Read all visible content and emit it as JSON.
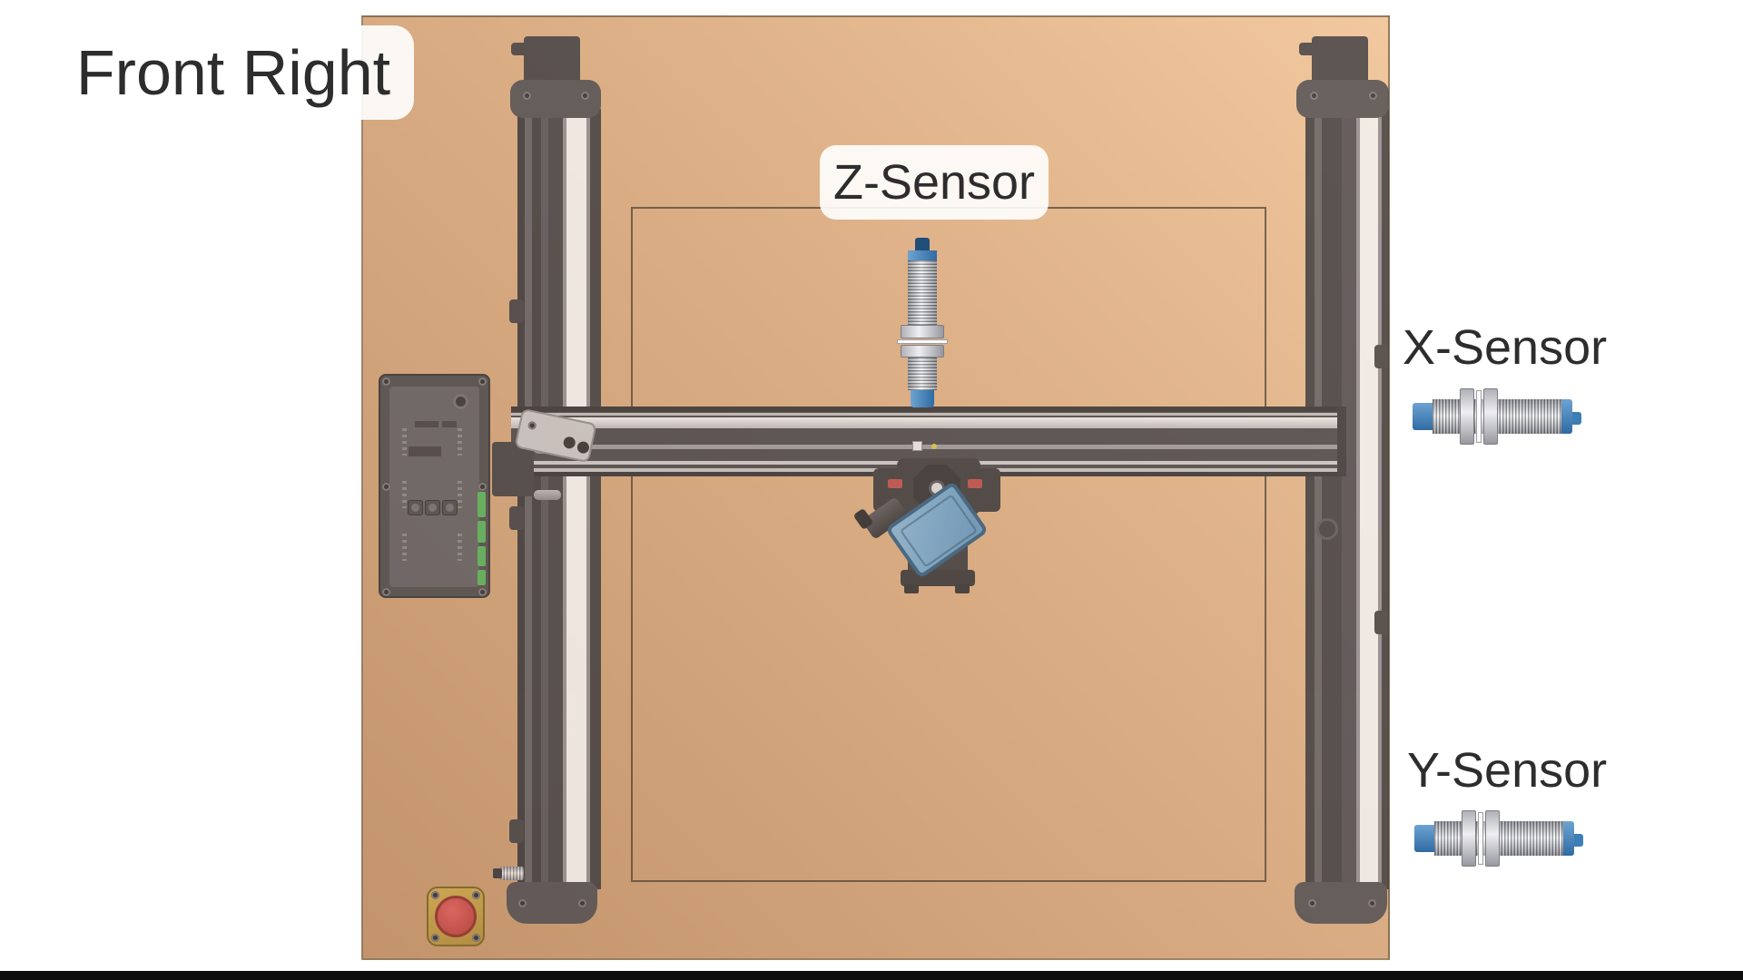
{
  "view": {
    "label": "Front Right"
  },
  "annotations": {
    "z_sensor": "Z-Sensor",
    "x_sensor": "X-Sensor",
    "y_sensor": "Y-Sensor"
  },
  "colors": {
    "board_light": "#f2c89e",
    "board_mid": "#ddb087",
    "board_dark": "#c3946c",
    "machine_dark": "#46464b",
    "linear_rail_white": "#f4f4f6",
    "sensor_blue": "#2f6ba3",
    "sensor_silver": "#efeff1",
    "camera_blue": "#6aa2cf",
    "estop_yellow": "#c2a047",
    "estop_red": "#c64242",
    "pcb_green": "#53b25b",
    "label_text": "#2d2d2d",
    "bottom_bar": "#0e0e0e"
  }
}
